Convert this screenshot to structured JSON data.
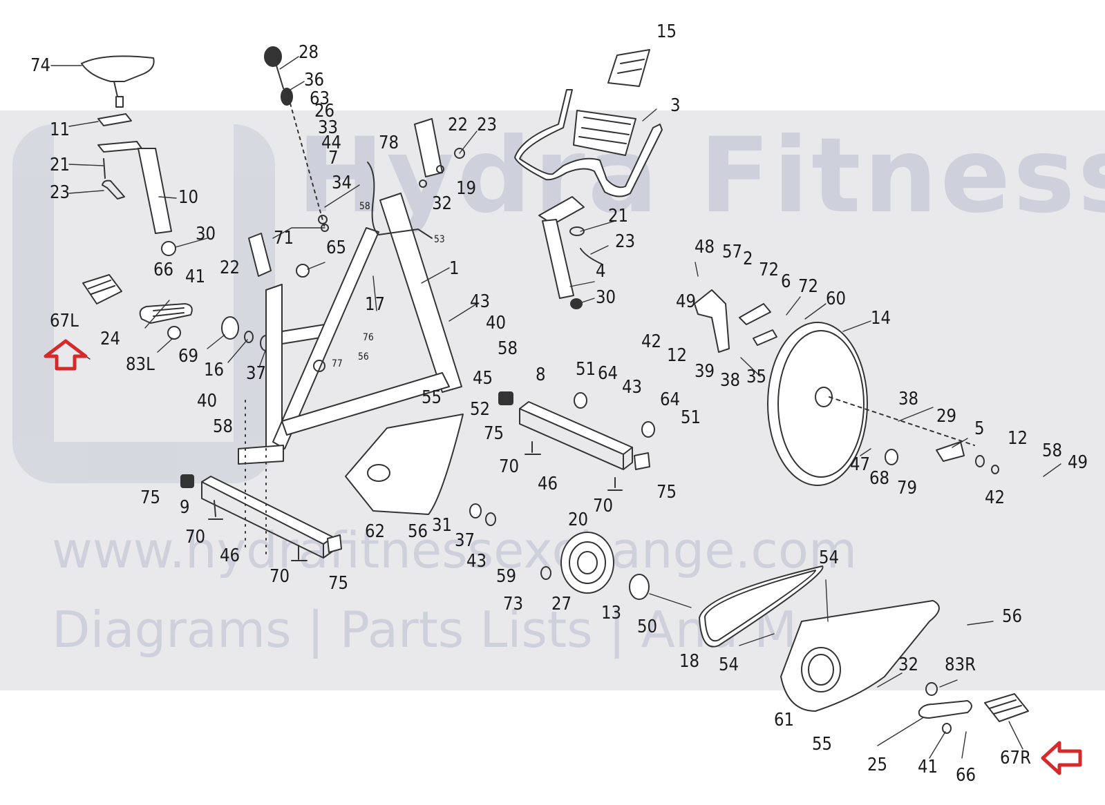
{
  "watermark": {
    "brand": "Hydra Fitness Exchange",
    "url": "www.hydrafitnessexchange.com",
    "tagline": "Diagrams | Parts Lists | And More"
  },
  "colors": {
    "line": "#333333",
    "arrow": "#d42a2a",
    "band": "#e9e9ec"
  },
  "callouts": [
    {
      "id": "c1",
      "text": "74"
    },
    {
      "id": "c2",
      "text": "28"
    },
    {
      "id": "c3",
      "text": "15"
    },
    {
      "id": "c4",
      "text": "36"
    },
    {
      "id": "c5",
      "text": "63"
    },
    {
      "id": "c6",
      "text": "26"
    },
    {
      "id": "c7",
      "text": "33"
    },
    {
      "id": "c8",
      "text": "44"
    },
    {
      "id": "c9",
      "text": "7"
    },
    {
      "id": "c10",
      "text": "34"
    },
    {
      "id": "c11",
      "text": "71"
    },
    {
      "id": "c12",
      "text": "11"
    },
    {
      "id": "c13",
      "text": "21"
    },
    {
      "id": "c14",
      "text": "23"
    },
    {
      "id": "c15",
      "text": "10"
    },
    {
      "id": "c16",
      "text": "30"
    },
    {
      "id": "c17",
      "text": "66"
    },
    {
      "id": "c18",
      "text": "41"
    },
    {
      "id": "c19",
      "text": "22"
    },
    {
      "id": "c20",
      "text": "65"
    },
    {
      "id": "c21",
      "text": "22"
    },
    {
      "id": "c22",
      "text": "23"
    },
    {
      "id": "c23",
      "text": "78"
    },
    {
      "id": "c24",
      "text": "19"
    },
    {
      "id": "c25",
      "text": "32"
    },
    {
      "id": "c26",
      "text": "58"
    },
    {
      "id": "c27",
      "text": "53"
    },
    {
      "id": "c28",
      "text": "3"
    },
    {
      "id": "c29",
      "text": "21"
    },
    {
      "id": "c30",
      "text": "23"
    },
    {
      "id": "c31",
      "text": "4"
    },
    {
      "id": "c32",
      "text": "30"
    },
    {
      "id": "c33",
      "text": "1"
    },
    {
      "id": "c34",
      "text": "17"
    },
    {
      "id": "c35",
      "text": "43"
    },
    {
      "id": "c36",
      "text": "40"
    },
    {
      "id": "c37",
      "text": "58"
    },
    {
      "id": "c38",
      "text": "76"
    },
    {
      "id": "c39",
      "text": "56"
    },
    {
      "id": "c40",
      "text": "77"
    },
    {
      "id": "c41",
      "text": "45"
    },
    {
      "id": "c42",
      "text": "52"
    },
    {
      "id": "c43",
      "text": "55"
    },
    {
      "id": "c44",
      "text": "67L"
    },
    {
      "id": "c45",
      "text": "24"
    },
    {
      "id": "c46",
      "text": "83L"
    },
    {
      "id": "c47",
      "text": "69"
    },
    {
      "id": "c48",
      "text": "16"
    },
    {
      "id": "c49",
      "text": "37"
    },
    {
      "id": "c50",
      "text": "40"
    },
    {
      "id": "c51",
      "text": "58"
    },
    {
      "id": "c52",
      "text": "8"
    },
    {
      "id": "c53",
      "text": "51"
    },
    {
      "id": "c54",
      "text": "64"
    },
    {
      "id": "c55",
      "text": "43"
    },
    {
      "id": "c56",
      "text": "64"
    },
    {
      "id": "c57",
      "text": "51"
    },
    {
      "id": "c58",
      "text": "75"
    },
    {
      "id": "c59",
      "text": "70"
    },
    {
      "id": "c60",
      "text": "46"
    },
    {
      "id": "c61",
      "text": "70"
    },
    {
      "id": "c62",
      "text": "75"
    },
    {
      "id": "c63",
      "text": "48"
    },
    {
      "id": "c64",
      "text": "57"
    },
    {
      "id": "c65",
      "text": "2"
    },
    {
      "id": "c66",
      "text": "72"
    },
    {
      "id": "c67",
      "text": "6"
    },
    {
      "id": "c68",
      "text": "72"
    },
    {
      "id": "c69",
      "text": "60"
    },
    {
      "id": "c70",
      "text": "49"
    },
    {
      "id": "c71",
      "text": "14"
    },
    {
      "id": "c72",
      "text": "42"
    },
    {
      "id": "c73",
      "text": "12"
    },
    {
      "id": "c74",
      "text": "39"
    },
    {
      "id": "c75",
      "text": "38"
    },
    {
      "id": "c76",
      "text": "35"
    },
    {
      "id": "c77",
      "text": "38"
    },
    {
      "id": "c78",
      "text": "29"
    },
    {
      "id": "c79",
      "text": "5"
    },
    {
      "id": "c80",
      "text": "12"
    },
    {
      "id": "c81",
      "text": "58"
    },
    {
      "id": "c82",
      "text": "47"
    },
    {
      "id": "c83",
      "text": "68"
    },
    {
      "id": "c84",
      "text": "79"
    },
    {
      "id": "c85",
      "text": "42"
    },
    {
      "id": "c86",
      "text": "49"
    },
    {
      "id": "c87",
      "text": "75"
    },
    {
      "id": "c88",
      "text": "9"
    },
    {
      "id": "c89",
      "text": "70"
    },
    {
      "id": "c90",
      "text": "46"
    },
    {
      "id": "c91",
      "text": "70"
    },
    {
      "id": "c92",
      "text": "75"
    },
    {
      "id": "c93",
      "text": "62"
    },
    {
      "id": "c94",
      "text": "56"
    },
    {
      "id": "c95",
      "text": "31"
    },
    {
      "id": "c96",
      "text": "37"
    },
    {
      "id": "c97",
      "text": "20"
    },
    {
      "id": "c98",
      "text": "43"
    },
    {
      "id": "c99",
      "text": "59"
    },
    {
      "id": "c100",
      "text": "73"
    },
    {
      "id": "c101",
      "text": "27"
    },
    {
      "id": "c102",
      "text": "13"
    },
    {
      "id": "c103",
      "text": "50"
    },
    {
      "id": "c104",
      "text": "54"
    },
    {
      "id": "c105",
      "text": "18"
    },
    {
      "id": "c106",
      "text": "54"
    },
    {
      "id": "c107",
      "text": "56"
    },
    {
      "id": "c108",
      "text": "32"
    },
    {
      "id": "c109",
      "text": "83R"
    },
    {
      "id": "c110",
      "text": "61"
    },
    {
      "id": "c111",
      "text": "55"
    },
    {
      "id": "c112",
      "text": "25"
    },
    {
      "id": "c113",
      "text": "41"
    },
    {
      "id": "c114",
      "text": "66"
    },
    {
      "id": "c115",
      "text": "67R"
    }
  ]
}
